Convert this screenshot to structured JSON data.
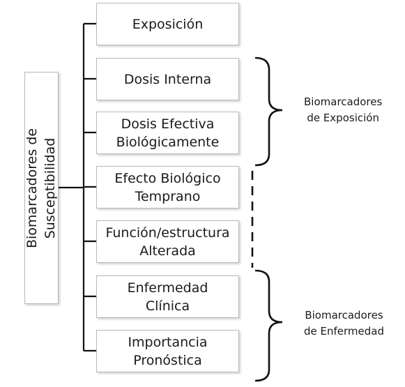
{
  "side_label": {
    "lines": [
      "Biomarcadores de",
      "Susceptibilidad"
    ]
  },
  "stages": [
    {
      "lines": [
        "Exposición"
      ]
    },
    {
      "lines": [
        "Dosis Interna"
      ]
    },
    {
      "lines": [
        "Dosis Efectiva",
        "Biológicamente"
      ]
    },
    {
      "lines": [
        "Efecto Biológico",
        "Temprano"
      ]
    },
    {
      "lines": [
        "Función/estructura",
        "Alterada"
      ]
    },
    {
      "lines": [
        "Enfermedad",
        "Clínica"
      ]
    },
    {
      "lines": [
        "Importancia",
        "Pronóstica"
      ]
    }
  ],
  "groups": {
    "exposicion": {
      "lines": [
        "Biomarcadores",
        "de Exposición"
      ]
    },
    "enfermedad": {
      "lines": [
        "Biomarcadores",
        "de Enfermedad"
      ]
    }
  },
  "colors": {
    "connector": "#111111",
    "box_border": "#b9b9b9"
  }
}
